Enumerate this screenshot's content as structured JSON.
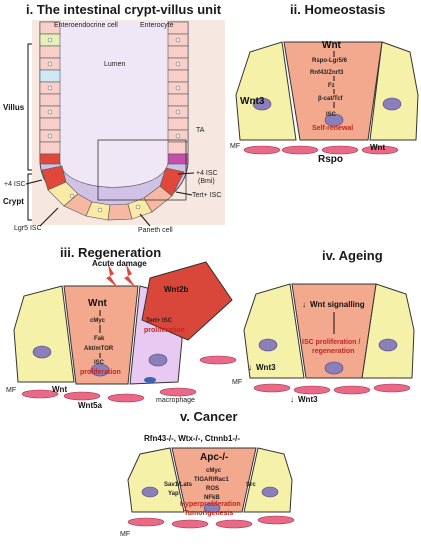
{
  "panels": {
    "p1": {
      "title": "i. The intestinal crypt-villus unit",
      "enteroendocrine": "Enteroendocrine cell",
      "enterocyte": "Enterocyte",
      "lumen": "Lumen",
      "villus": "Villus",
      "crypt": "Crypt",
      "ta": "TA",
      "isc4_left": "+4 ISC",
      "isc4_right_1": "+4 ISC",
      "isc4_right_2": "(Bmi)",
      "tert": "Tert+ ISC",
      "lgr5": "Lgr5 ISC",
      "paneth": "Paneth cell"
    },
    "p2": {
      "title": "ii. Homeostasis",
      "wnt_top": "Wnt",
      "rspo_lgr": "Rspo-Lgr5/6",
      "rnf": "Rnf43/Znrf3",
      "fz": "Fz",
      "bcat": "β-cat/Tcf",
      "isc": "ISC",
      "self_renewal": "Self-renewal",
      "wnt3": "Wnt3",
      "wnt_right": "Wnt",
      "rspo": "Rspo",
      "mf": "MF"
    },
    "p3": {
      "title": "iii. Regeneration",
      "acute": "Acute damage",
      "wnt2b": "Wnt2b",
      "wnt": "Wnt",
      "cmyc": "cMyc",
      "fak": "Fak",
      "akt": "Akt/mTOR",
      "isc": "ISC",
      "prolif": "proliferation",
      "tert_isc": "Tert+ ISC",
      "tert_prolif": "proliferation",
      "wnt_bottom": "Wnt",
      "wnt5a": "Wnt5a",
      "macrophage": "macrophage",
      "mf": "MF"
    },
    "p4": {
      "title": "iv. Ageing",
      "wnt_sig": "Wnt signalling",
      "isc_prolif_1": "ISC proliferation /",
      "isc_prolif_2": "regeneration",
      "wnt3_a": "Wnt3",
      "wnt3_b": "Wnt3",
      "mf": "MF"
    },
    "p5": {
      "title": "v. Cancer",
      "mutations": "Rfn43-/-, Wtx-/-, Ctnnb1-/-",
      "apc": "Apc-/-",
      "cmyc": "cMyc",
      "tigar": "TIGAR/Rac1",
      "ros": "ROS",
      "nfkb": "NFkB",
      "sav": "Sav1/Lats",
      "yap": "Yap",
      "src": "Src",
      "hyper_1": "Hyperproliferation",
      "hyper_2": "Tumorigenesis",
      "mf": "MF"
    }
  }
}
